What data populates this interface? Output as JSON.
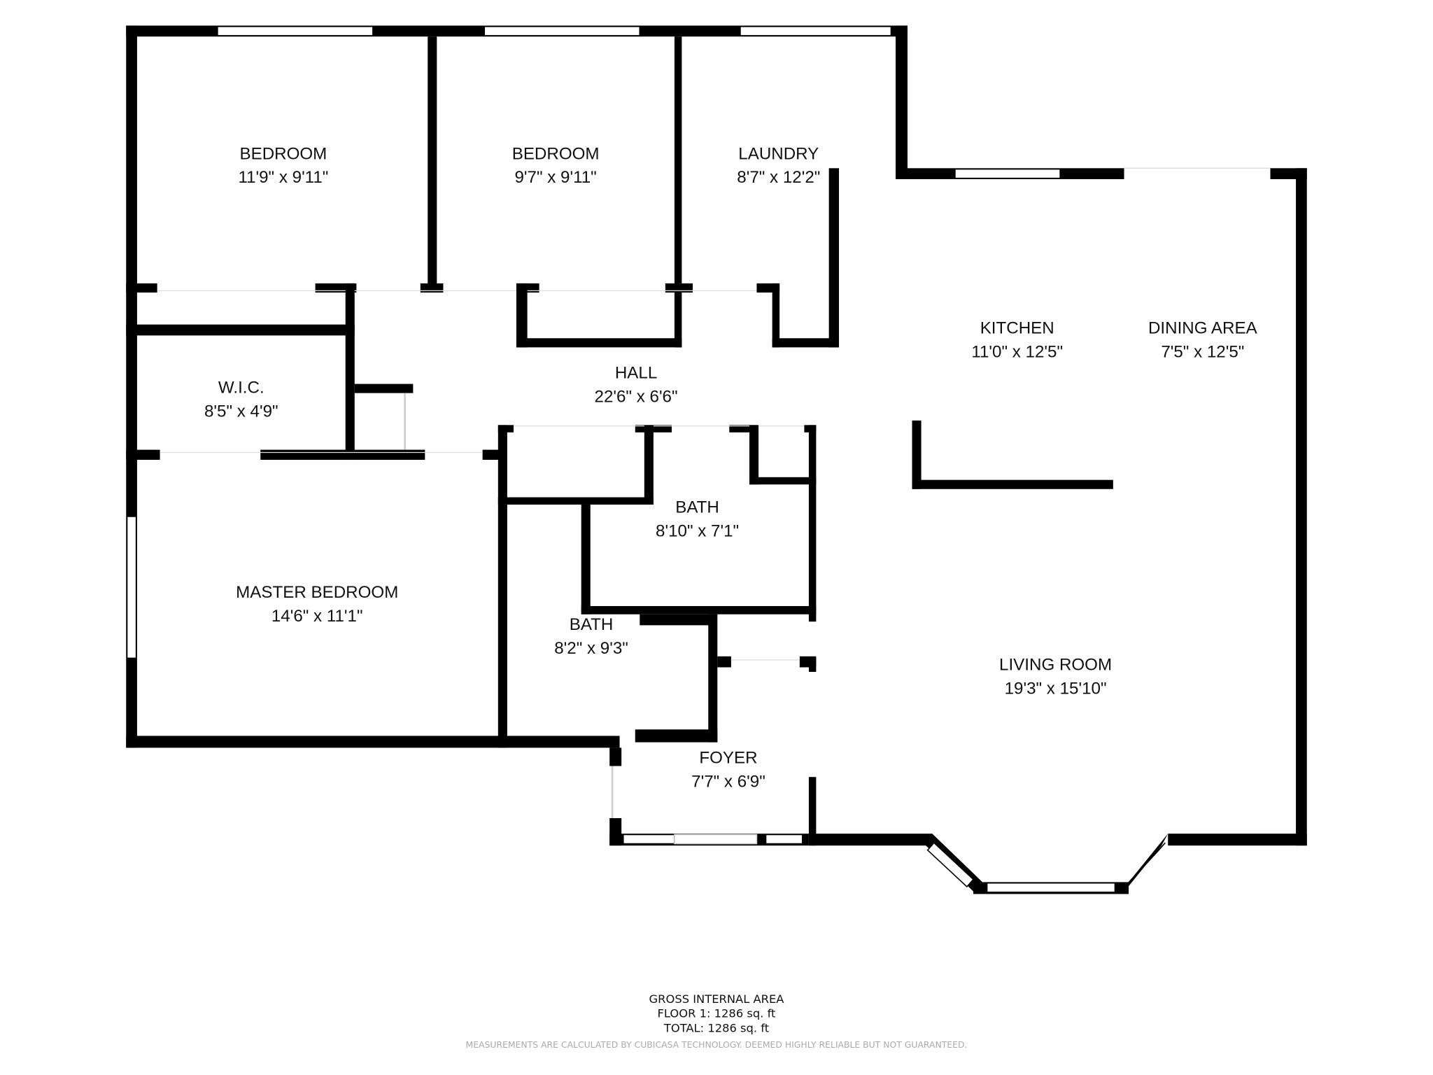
{
  "rooms": [
    {
      "name": "BEDROOM",
      "size": "11'9\" x 9'11\""
    },
    {
      "name": "BEDROOM",
      "size": "9'7\" x 9'11\""
    },
    {
      "name": "LAUNDRY",
      "size": "8'7\" x 12'2\""
    },
    {
      "name": "KITCHEN",
      "size": "11'0\" x 12'5\""
    },
    {
      "name": "DINING AREA",
      "size": "7'5\" x 12'5\""
    },
    {
      "name": "W.I.C.",
      "size": "8'5\" x 4'9\""
    },
    {
      "name": "HALL",
      "size": "22'6\" x 6'6\""
    },
    {
      "name": "BATH",
      "size": "8'10\" x 7'1\""
    },
    {
      "name": "MASTER BEDROOM",
      "size": "14'6\" x 11'1\""
    },
    {
      "name": "BATH",
      "size": "8'2\" x 9'3\""
    },
    {
      "name": "LIVING ROOM",
      "size": "19'3\" x 15'10\""
    },
    {
      "name": "FOYER",
      "size": "7'7\" x 6'9\""
    }
  ],
  "area_summary": {
    "title": "GROSS INTERNAL AREA",
    "floor": "FLOOR 1: 1286 sq. ft",
    "total": "TOTAL: 1286 sq. ft",
    "disclaimer": "MEASUREMENTS ARE CALCULATED BY CUBICASA TECHNOLOGY. DEEMED HIGHLY RELIABLE BUT NOT GUARANTEED."
  }
}
